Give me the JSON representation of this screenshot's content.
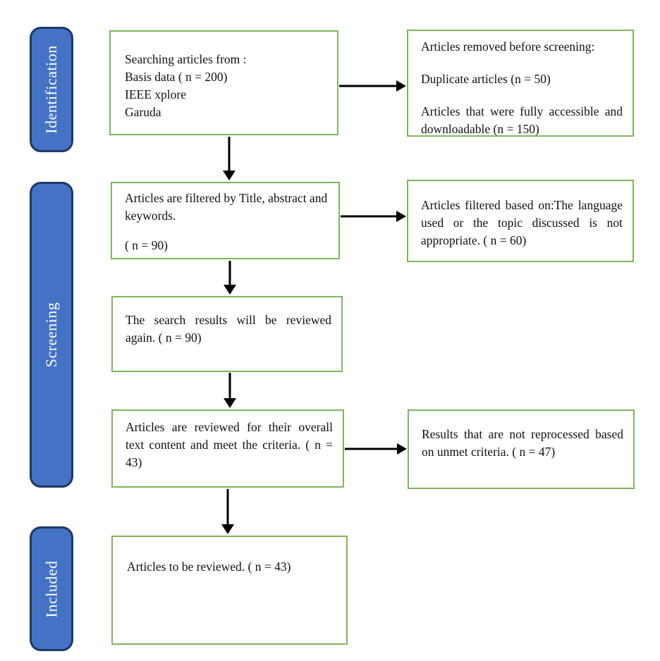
{
  "colors": {
    "stage_fill": "#4472C4",
    "stage_border": "#1F3864",
    "box_border": "#7FB55C",
    "arrow": "#000000",
    "stage_text": "#FFFFFF",
    "box_text": "#111111"
  },
  "stages": [
    {
      "label": "Identification"
    },
    {
      "label": "Screening"
    },
    {
      "label": "Included"
    }
  ],
  "boxes": {
    "search_sources": {
      "lines": [
        "Searching articles from :",
        "Basis data ( n = 200)",
        "IEEE xplore",
        "Garuda"
      ]
    },
    "removed_before_screening": {
      "paragraphs": [
        "Articles removed before screening:",
        "Duplicate articles (n = 50)",
        "Articles that were fully accessible and downloadable (n = 150)"
      ]
    },
    "filtered_title_abstract": {
      "paragraphs": [
        "Articles are filtered by Title, abstract and keywords.",
        "( n = 90)"
      ]
    },
    "filtered_language_topic": {
      "text": "Articles filtered based on:The language used or the topic discussed is not appropriate. ( n = 60)"
    },
    "reviewed_again": {
      "text": "The search results will be reviewed again. ( n = 90)"
    },
    "reviewed_full_text": {
      "text": "Articles are reviewed for their overall text content and meet the criteria. ( n = 43)"
    },
    "not_reprocessed": {
      "text": "Results that are not reprocessed based on unmet criteria. ( n = 47)"
    },
    "included_articles": {
      "text": "Articles to be reviewed. ( n = 43)"
    }
  }
}
